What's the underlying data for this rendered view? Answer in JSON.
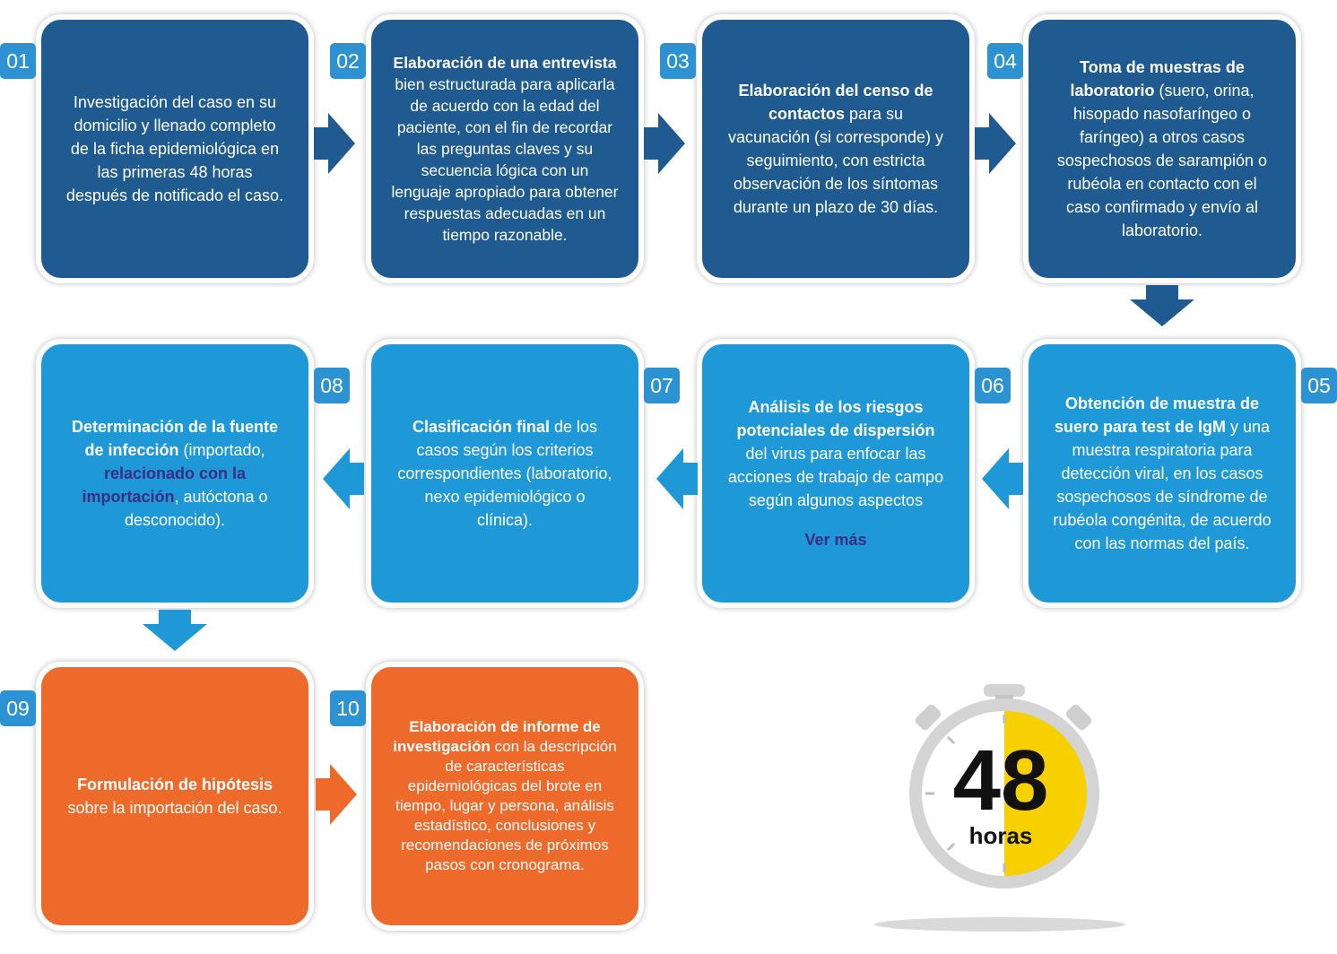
{
  "steps": [
    {
      "num": "01",
      "plain": "Investigación del caso en su domicilio y llenado completo de la ficha epidemiológica en las primeras 48 horas después de notificado el caso."
    },
    {
      "num": "02",
      "bold": "Elaboración de una entrevista",
      "rest": " bien estructurada para aplicarla de acuerdo con la edad del paciente, con el fin de recordar las preguntas claves y su secuencia lógica con un lenguaje apropiado para obtener respuestas adecuadas en un tiempo razonable."
    },
    {
      "num": "03",
      "bold": "Elaboración del censo de contactos",
      "rest": " para su vacunación (si corresponde) y seguimiento, con estricta observación de los síntomas durante un plazo de 30 días."
    },
    {
      "num": "04",
      "bold": "Toma de muestras de laboratorio",
      "rest": " (suero, orina, hisopado nasofaríngeo o faríngeo) a otros casos sospechosos de sarampión o rubéola en contacto con el caso confirmado y envío al laboratorio."
    },
    {
      "num": "05",
      "bold": "Obtención de muestra de suero para test de IgM",
      "rest": " y una muestra respiratoria para detección viral, en los casos sospechosos de síndrome de rubéola congénita, de acuerdo con las normas del país."
    },
    {
      "num": "06",
      "bold": "Análisis de los riesgos potenciales de dispersión",
      "rest": " del virus para enfocar las acciones de trabajo de campo según algunos aspectos",
      "more": "Ver más"
    },
    {
      "num": "07",
      "bold": "Clasificación final",
      "rest": " de los casos según los criterios correspondientes (laboratorio, nexo epidemiológico o clínica)."
    },
    {
      "num": "08",
      "bold": "Determinación de la fuente de infección",
      "rest": " (importado, ",
      "highlight": "relacionado con la importación",
      "rest2": ", autóctona o desconocido)."
    },
    {
      "num": "09",
      "bold": "Formulación de hipótesis",
      "rest": " sobre la importación del caso."
    },
    {
      "num": "10",
      "bold": "Elaboración de informe de investigación",
      "rest": " con la descripción de características epidemiológicas del brote en tiempo, lugar y persona, análisis estadístico, conclusiones y recomendaciones de próximos pasos con cronograma."
    }
  ],
  "timer": {
    "value": "48",
    "unit": "horas"
  },
  "colors": {
    "dark": "#1f5a91",
    "light": "#1e98d6",
    "orange": "#ee6a2b",
    "badge": "#2d92d2",
    "timer_yellow": "#f7d000",
    "highlight": "#3a2d85"
  }
}
